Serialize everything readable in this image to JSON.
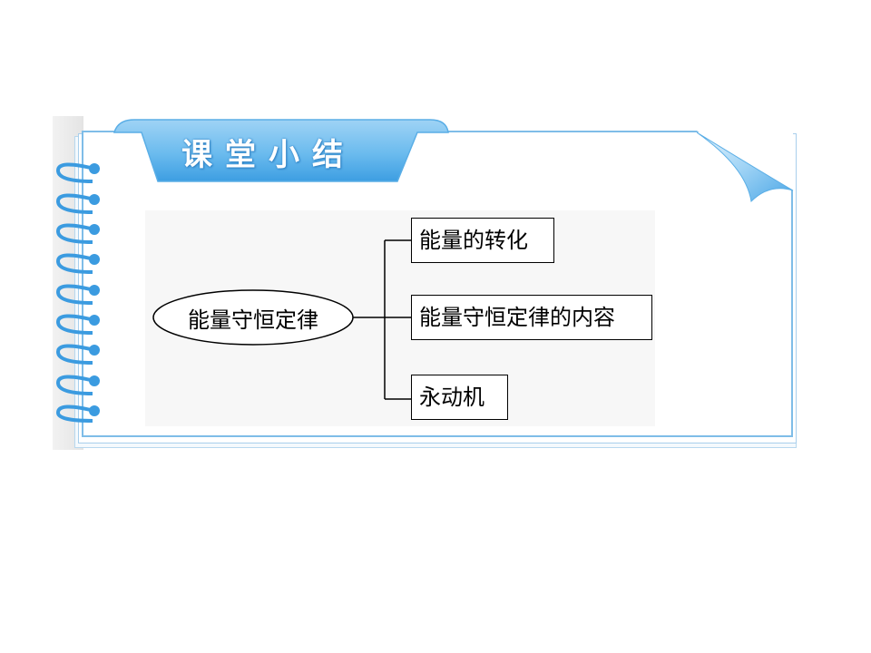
{
  "header": {
    "title": "课堂小结"
  },
  "diagram": {
    "root": {
      "label": "能量守恒定律"
    },
    "children": [
      {
        "label": "能量的转化"
      },
      {
        "label": "能量守恒定律的内容"
      },
      {
        "label": "永动机"
      }
    ]
  },
  "colors": {
    "accent": "#5aaee6",
    "ring": "#3b9be0",
    "border": "#7fbde8"
  },
  "icons": {
    "binding": "spiral-ring-icon",
    "corner": "page-curl-icon"
  }
}
